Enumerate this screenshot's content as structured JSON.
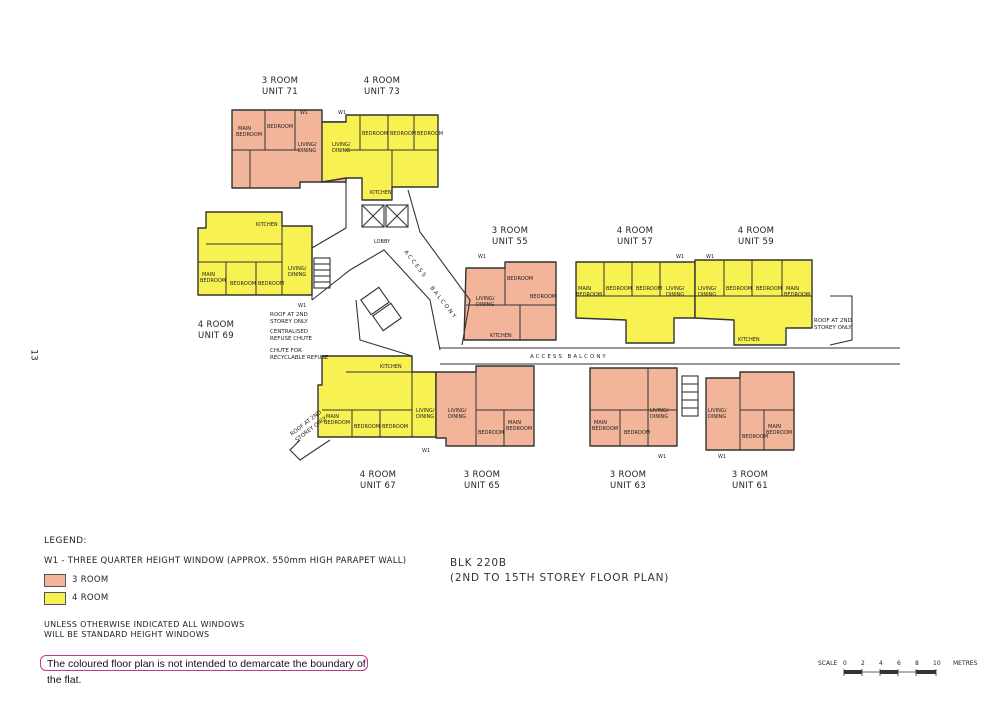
{
  "colors": {
    "three_room": "#f2b59a",
    "four_room": "#f7f252",
    "wall": "#333333",
    "disclaimer_border": "#c23a8e"
  },
  "page_number": "13",
  "units": [
    {
      "type": "3 ROOM",
      "unit": "UNIT 71"
    },
    {
      "type": "4 ROOM",
      "unit": "UNIT 73"
    },
    {
      "type": "4 ROOM",
      "unit": "UNIT 69"
    },
    {
      "type": "3 ROOM",
      "unit": "UNIT 55"
    },
    {
      "type": "4 ROOM",
      "unit": "UNIT 57"
    },
    {
      "type": "4 ROOM",
      "unit": "UNIT 59"
    },
    {
      "type": "4 ROOM",
      "unit": "UNIT 67"
    },
    {
      "type": "3 ROOM",
      "unit": "UNIT 65"
    },
    {
      "type": "3 ROOM",
      "unit": "UNIT 63"
    },
    {
      "type": "3 ROOM",
      "unit": "UNIT 61"
    }
  ],
  "rooms": {
    "main_bedroom": "MAIN BEDROOM",
    "bedroom": "BEDROOM",
    "living_dining": "LIVING/ DINING",
    "kitchen": "KITCHEN",
    "lobby": "LOBBY",
    "lift": "LIFT",
    "w1": "W1"
  },
  "annotations": {
    "access_balcony": "ACCESS BALCONY",
    "roof_2nd_storey": "ROOF AT 2ND STOREY ONLY",
    "centralised_refuse_chute": "CENTRALISED REFUSE CHUTE",
    "chute_recyclable": "CHUTE FOR RECYCLABLE REFUSE"
  },
  "legend": {
    "title": "LEGEND:",
    "w1_note": "W1 - THREE QUARTER HEIGHT WINDOW (APPROX. 550mm HIGH PARAPET WALL)",
    "items": [
      {
        "label": "3 ROOM"
      },
      {
        "label": "4 ROOM"
      }
    ],
    "windows_note_1": "UNLESS OTHERWISE INDICATED ALL WINDOWS",
    "windows_note_2": "WILL BE STANDARD HEIGHT WINDOWS"
  },
  "disclaimer": "The coloured floor plan is not intended to demarcate the boundary of the flat.",
  "block_title": "BLK 220B",
  "block_subtitle": "(2ND TO 15TH STOREY FLOOR PLAN)",
  "scale": {
    "label": "SCALE",
    "ticks": [
      "0",
      "2",
      "4",
      "6",
      "8",
      "10"
    ],
    "unit": "METRES"
  }
}
